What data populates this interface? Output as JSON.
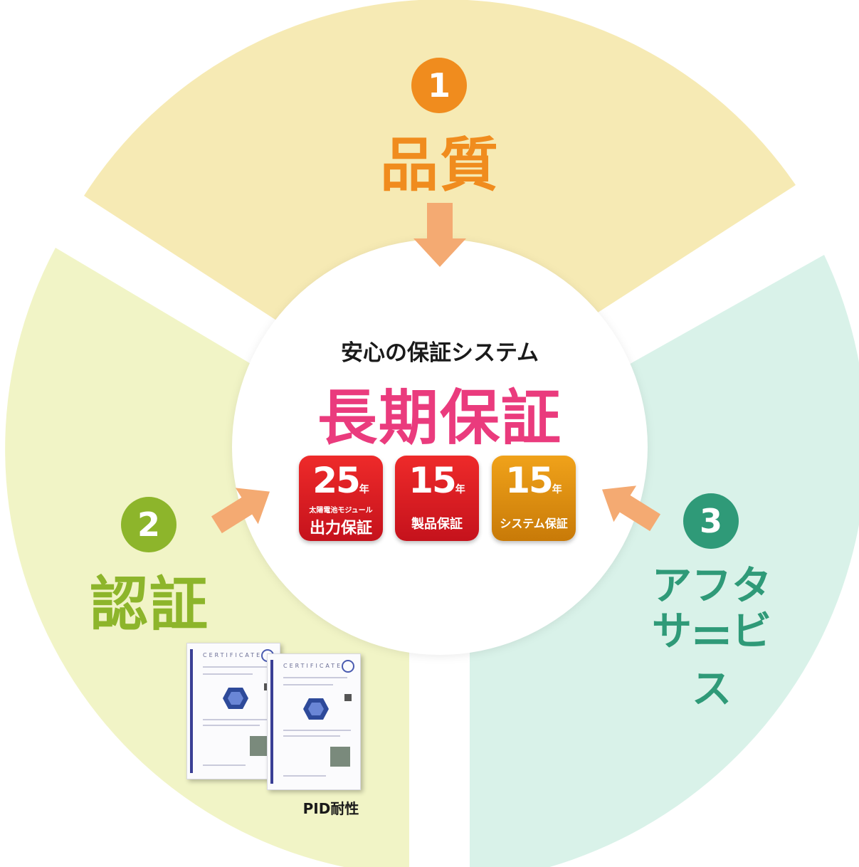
{
  "center": {
    "subtitle": "安心の保証システム",
    "title": "長期保証"
  },
  "pillars": [
    {
      "number": "1",
      "label": "品質"
    },
    {
      "number": "2",
      "label": "認証"
    },
    {
      "number": "3",
      "label_line1": "アフター",
      "label_line2": "サービス"
    }
  ],
  "badges": [
    {
      "years": "25",
      "unit": "年",
      "line1": "太陽電池モジュール",
      "line2": "出力保証"
    },
    {
      "years": "15",
      "unit": "年",
      "line1": "製品保証"
    },
    {
      "years": "15",
      "unit": "年",
      "line1": "システム保証"
    }
  ],
  "certificates": {
    "heading": "CERTIFICATE",
    "caption": "PID耐性"
  },
  "colors": {
    "quality_sector": "#f6eab4",
    "cert_sector": "#f1f4c6",
    "service_sector": "#d9f2e9",
    "quality_accent": "#f08c1e",
    "cert_accent": "#8db52b",
    "service_accent": "#2f9a78",
    "title_pink": "#ea3b7d",
    "arrow": "#f4aa72"
  }
}
